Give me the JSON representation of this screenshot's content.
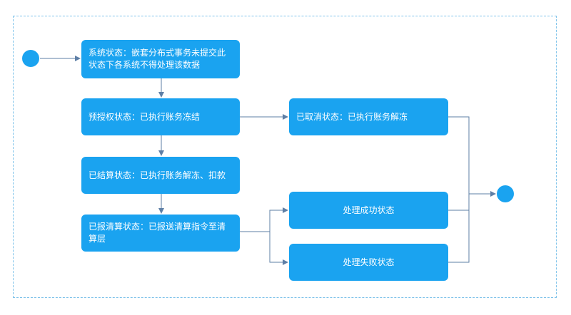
{
  "diagram": {
    "nodes": {
      "system": "系统状态：嵌套分布式事务未提交此状态下各系统不得处理该数据",
      "preauth": "预授权状态：已执行账务冻结",
      "cancelled": "已取消状态：已执行账务解冻",
      "settled": "已结算状态：已执行账务解冻、扣款",
      "reported": "已报清算状态：已报送清算指令至清算层",
      "success": "处理成功状态",
      "failure": "处理失败状态"
    },
    "edges": [
      {
        "from": "start",
        "to": "system"
      },
      {
        "from": "system",
        "to": "preauth"
      },
      {
        "from": "preauth",
        "to": "cancelled"
      },
      {
        "from": "preauth",
        "to": "settled"
      },
      {
        "from": "settled",
        "to": "reported"
      },
      {
        "from": "reported",
        "to": "success"
      },
      {
        "from": "reported",
        "to": "failure"
      },
      {
        "from": "cancelled",
        "to": "end"
      },
      {
        "from": "success",
        "to": "end"
      },
      {
        "from": "failure",
        "to": "end"
      }
    ],
    "colors": {
      "node_fill": "#1aa3f0",
      "node_text": "#ffffff",
      "connector": "#5e7fa6",
      "frame": "#7fc3ea"
    }
  }
}
